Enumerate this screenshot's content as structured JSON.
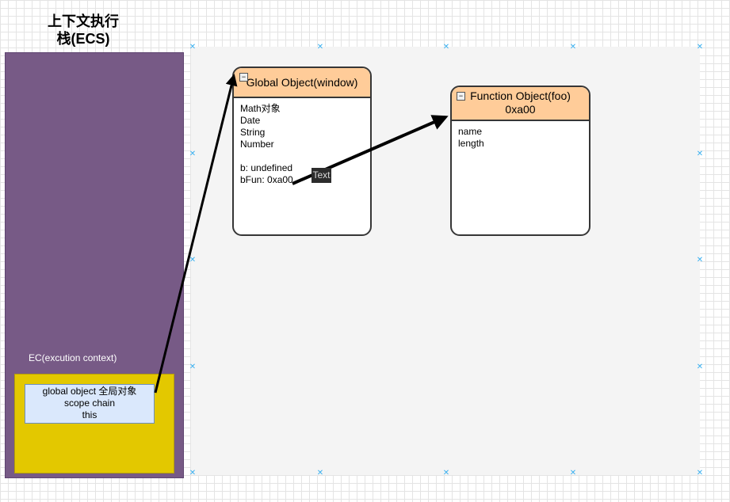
{
  "stack": {
    "title_line1": "上下文执行",
    "title_line2": "栈(ECS)",
    "ec_label": "EC(excution context)",
    "ec_items": [
      "global object 全局对象",
      "scope chain",
      "this"
    ]
  },
  "global_object": {
    "title": "Global Object(window)",
    "properties": [
      "Math对象",
      "Date",
      "String",
      "Number",
      "",
      "b: undefined",
      "bFun: 0xa00"
    ]
  },
  "function_object": {
    "title": "Function Object(foo)",
    "address": "0xa00",
    "properties": [
      "name",
      "length"
    ]
  },
  "text_tag": "Text",
  "colors": {
    "stack_panel": "#775a86",
    "ec_box": "#e3c800",
    "ec_inner": "#dae8fc",
    "object_header": "#ffcc99",
    "heap_panel": "#f4f4f4",
    "arrow": "#000000",
    "handle": "#3ab0f0"
  }
}
